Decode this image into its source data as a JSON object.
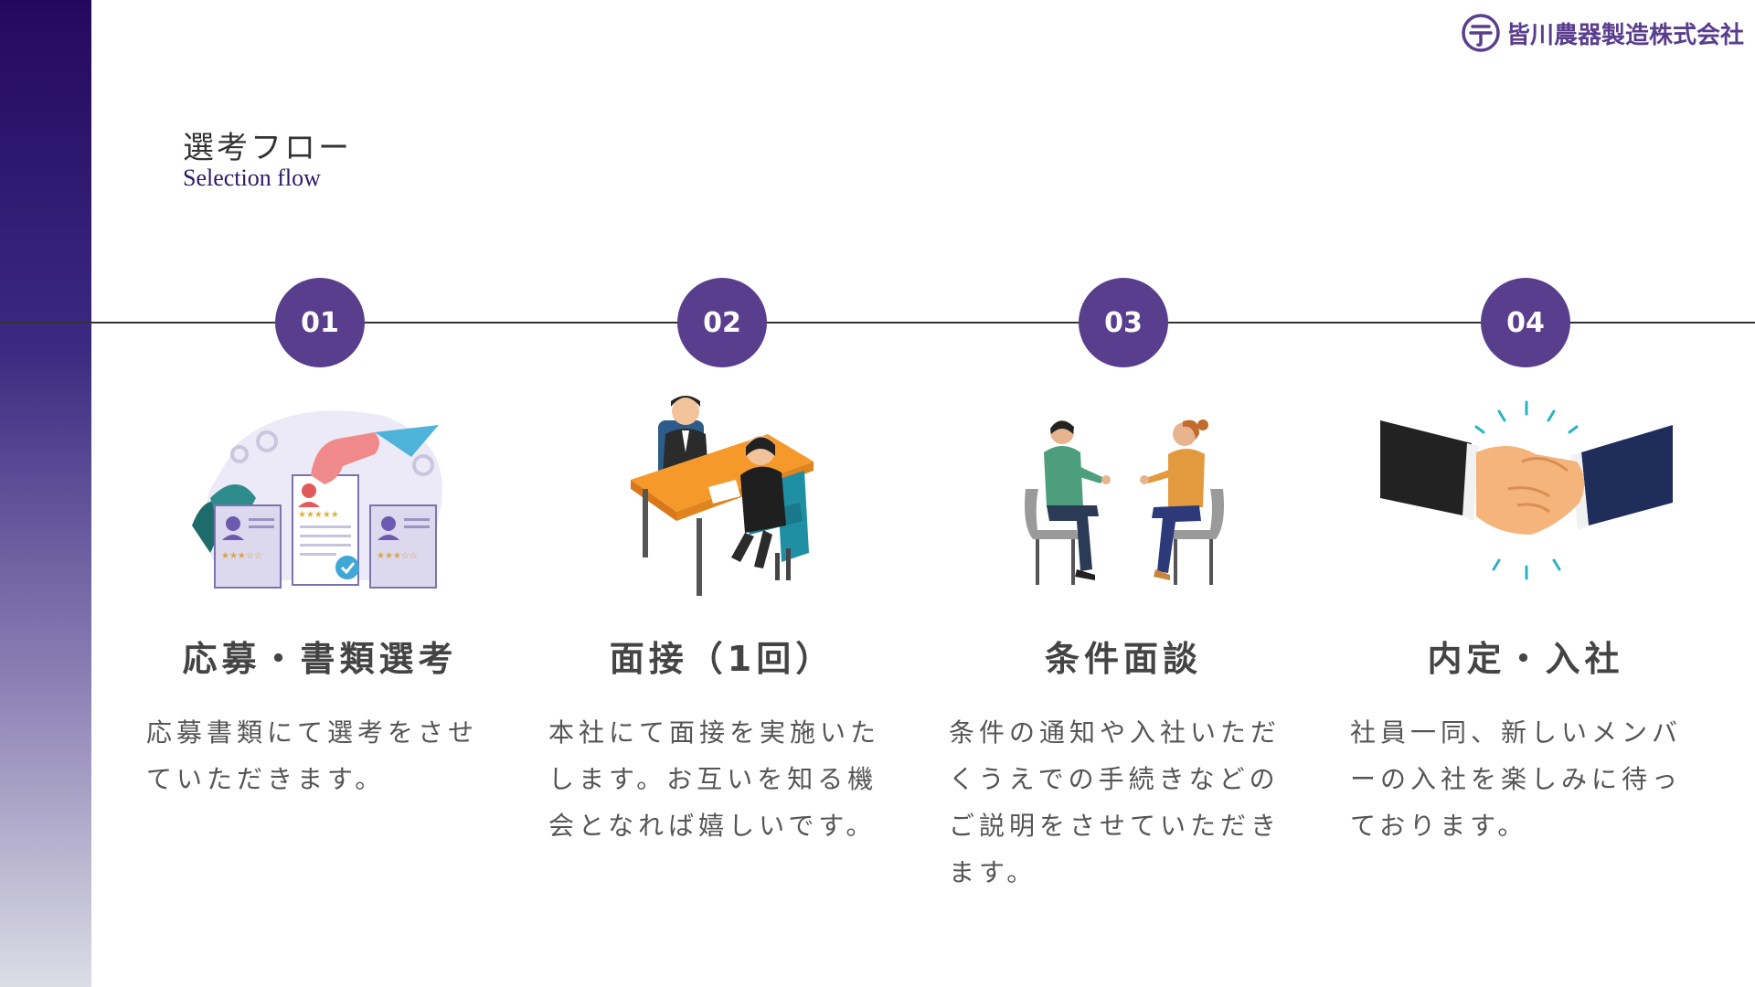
{
  "company": {
    "name": "皆川農器製造株式会社",
    "logo_glyph": "テ"
  },
  "heading": {
    "title_jp": "選考フロー",
    "title_en": "Selection flow"
  },
  "colors": {
    "accent": "#5a3e8e",
    "sidebar_top": "#24085f",
    "sidebar_bottom": "#dcdde5"
  },
  "steps": [
    {
      "number": "01",
      "title": "応募・書類選考",
      "description": "応募書類にて選考をさせていただきます。",
      "illustration": "resume-selection-illustration"
    },
    {
      "number": "02",
      "title": "面接（1回）",
      "description": "本社にて面接を実施いたします。お互いを知る機会となれば嬉しいです。",
      "illustration": "interview-illustration"
    },
    {
      "number": "03",
      "title": "条件面談",
      "description": "条件の通知や入社いただくうえでの手続きなどのご説明をさせていただきます。",
      "illustration": "meeting-illustration"
    },
    {
      "number": "04",
      "title": "内定・入社",
      "description": "社員一同、新しいメンバーの入社を楽しみに待っております。",
      "illustration": "handshake-illustration"
    }
  ]
}
